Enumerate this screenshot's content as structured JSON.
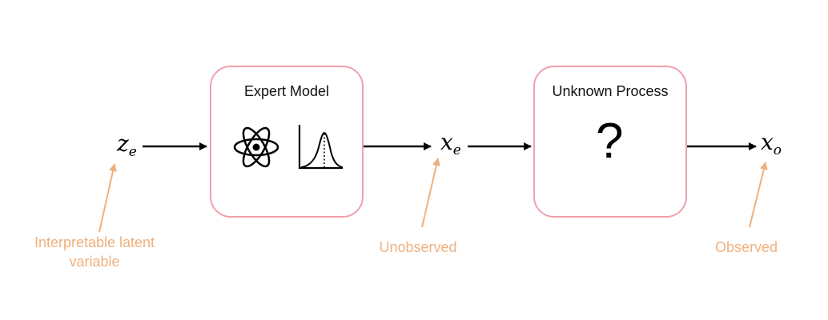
{
  "variables": {
    "z_e": {
      "base": "z",
      "sub": "e"
    },
    "x_e": {
      "base": "x",
      "sub": "e"
    },
    "x_o": {
      "base": "x",
      "sub": "o"
    }
  },
  "boxes": {
    "expert_model": {
      "title": "Expert Model",
      "icons": [
        "atom-icon",
        "distribution-curve-icon"
      ]
    },
    "unknown_process": {
      "title": "Unknown Process",
      "symbol": "?"
    }
  },
  "annotations": {
    "latent": [
      "Interpretable latent",
      "variable"
    ],
    "unobserved": "Unobserved",
    "observed": "Observed"
  },
  "colors": {
    "box_border": "#f0a0ab",
    "annotation": "#f0b07e",
    "arrow": "#000000"
  }
}
